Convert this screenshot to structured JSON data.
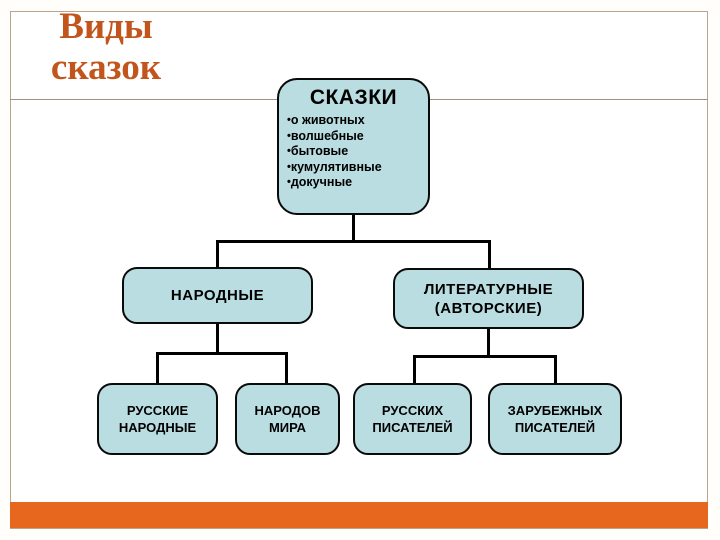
{
  "page": {
    "title": "Виды\nсказок",
    "colors": {
      "title_text": "#c2551c",
      "accent_bar": "#e8671e",
      "node_fill": "#b9dde1",
      "node_border": "#0a0a0a",
      "frame_border": "#b9a58e",
      "connector": "#000000"
    }
  },
  "diagram": {
    "root": {
      "heading": "СКАЗКИ",
      "bullets": [
        "о животных",
        "волшебные",
        "бытовые",
        "кумулятивные",
        "докучные"
      ]
    },
    "level2": [
      {
        "label": "НАРОДНЫЕ"
      },
      {
        "label": "ЛИТЕРАТУРНЫЕ\n(АВТОРСКИЕ)"
      }
    ],
    "level3": [
      {
        "label": "РУССКИЕ\nНАРОДНЫЕ"
      },
      {
        "label": "НАРОДОВ\nМИРА"
      },
      {
        "label": "РУССКИХ\nПИСАТЕЛЕЙ"
      },
      {
        "label": "ЗАРУБЕЖНЫХ\nПИСАТЕЛЕЙ"
      }
    ]
  }
}
